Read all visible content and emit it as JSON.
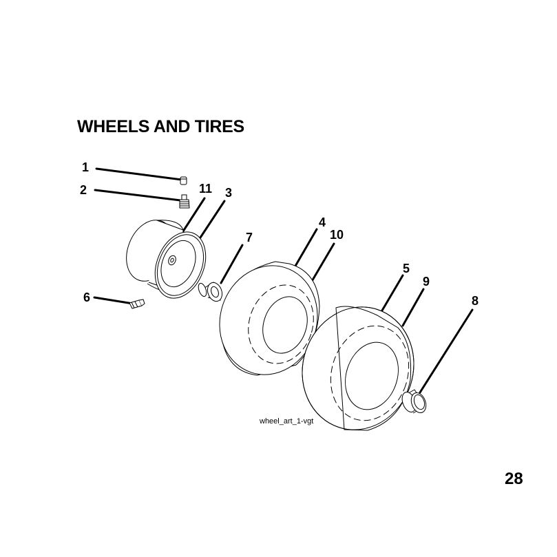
{
  "page": {
    "title": "WHEELS AND TIRES",
    "page_number": "28"
  },
  "diagram": {
    "art_label": "wheel_art_1-vgt",
    "callouts": [
      "1",
      "2",
      "11",
      "3",
      "7",
      "4",
      "10",
      "6",
      "5",
      "9",
      "8"
    ]
  }
}
